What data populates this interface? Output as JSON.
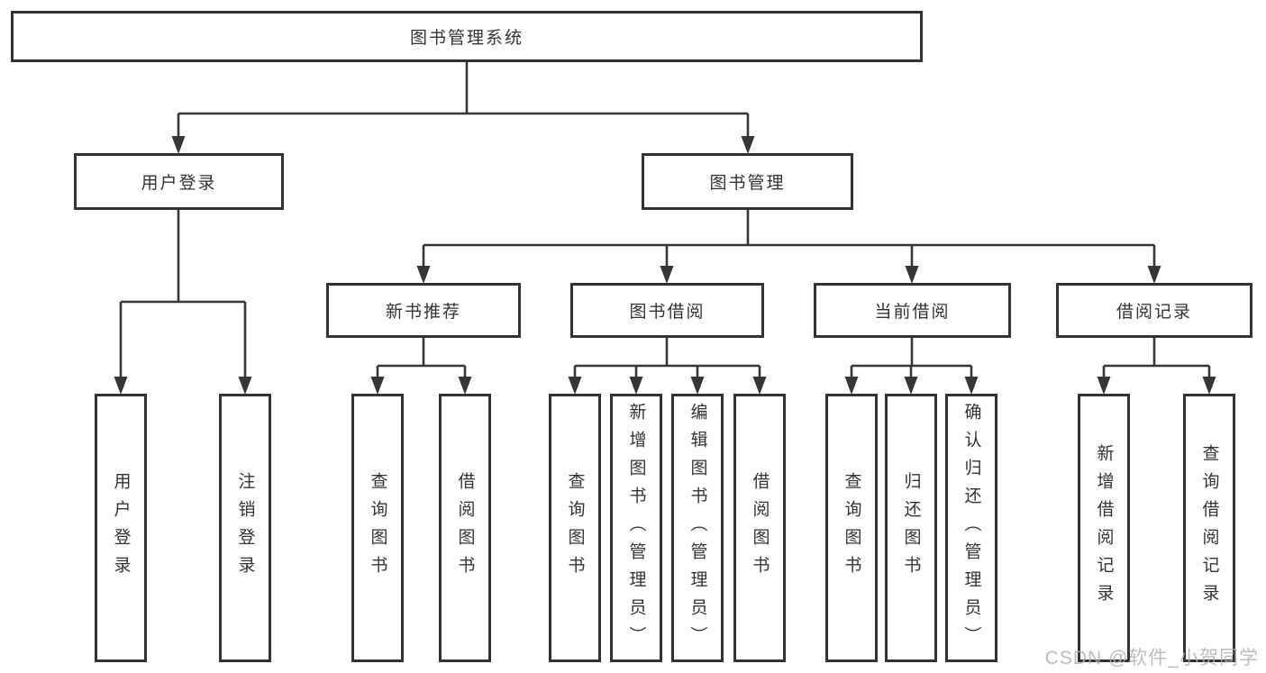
{
  "tree": {
    "label": "图书管理系统",
    "children": [
      {
        "label": "用户登录",
        "children": [
          {
            "label": "用户登录"
          },
          {
            "label": "注销登录"
          }
        ]
      },
      {
        "label": "图书管理",
        "children": [
          {
            "label": "新书推荐",
            "children": [
              {
                "label": "查询图书"
              },
              {
                "label": "借阅图书"
              }
            ]
          },
          {
            "label": "图书借阅",
            "children": [
              {
                "label": "查询图书"
              },
              {
                "label": "新增图书（管理员）"
              },
              {
                "label": "编辑图书（管理员）"
              },
              {
                "label": "借阅图书"
              }
            ]
          },
          {
            "label": "当前借阅",
            "children": [
              {
                "label": "查询图书"
              },
              {
                "label": "归还图书"
              },
              {
                "label": "确认归还（管理员）"
              }
            ]
          },
          {
            "label": "借阅记录",
            "children": [
              {
                "label": "新增借阅记录"
              },
              {
                "label": "查询借阅记录"
              }
            ]
          }
        ]
      }
    ]
  },
  "watermark": {
    "text": "CSDN @软件_小贺同学"
  },
  "colors": {
    "line": "#363636",
    "border": "#333333",
    "text": "#333333",
    "background": "#ffffff",
    "watermark": "#b2b0b0"
  }
}
